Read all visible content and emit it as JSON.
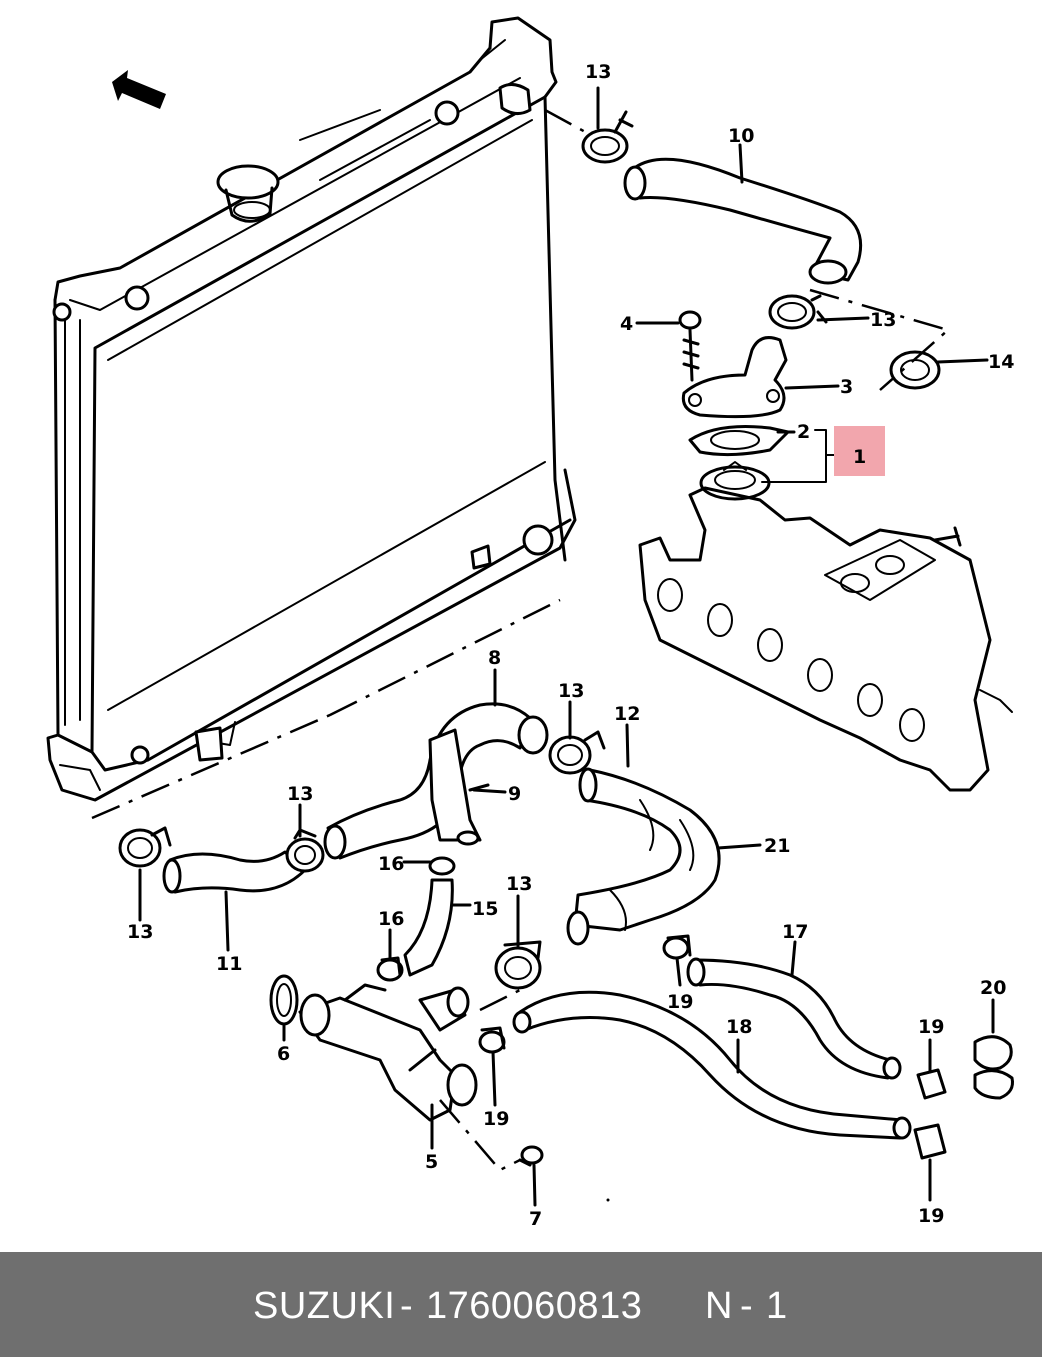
{
  "diagram": {
    "callouts": [
      {
        "id": "c1",
        "text": "1"
      },
      {
        "id": "c2",
        "text": "2"
      },
      {
        "id": "c3",
        "text": "3"
      },
      {
        "id": "c4",
        "text": "4"
      },
      {
        "id": "c5",
        "text": "5"
      },
      {
        "id": "c6",
        "text": "6"
      },
      {
        "id": "c7",
        "text": "7"
      },
      {
        "id": "c8",
        "text": "8"
      },
      {
        "id": "c9",
        "text": "9"
      },
      {
        "id": "c10",
        "text": "10"
      },
      {
        "id": "c11",
        "text": "11"
      },
      {
        "id": "c12",
        "text": "12"
      },
      {
        "id": "c13a",
        "text": "13"
      },
      {
        "id": "c13b",
        "text": "13"
      },
      {
        "id": "c13c",
        "text": "13"
      },
      {
        "id": "c13d",
        "text": "13"
      },
      {
        "id": "c13e",
        "text": "13"
      },
      {
        "id": "c13f",
        "text": "13"
      },
      {
        "id": "c14",
        "text": "14"
      },
      {
        "id": "c15",
        "text": "15"
      },
      {
        "id": "c16a",
        "text": "16"
      },
      {
        "id": "c16b",
        "text": "16"
      },
      {
        "id": "c17",
        "text": "17"
      },
      {
        "id": "c18",
        "text": "18"
      },
      {
        "id": "c19a",
        "text": "19"
      },
      {
        "id": "c19b",
        "text": "19"
      },
      {
        "id": "c19c",
        "text": "19"
      },
      {
        "id": "c19d",
        "text": "19"
      },
      {
        "id": "c20",
        "text": "20"
      },
      {
        "id": "c21",
        "text": "21"
      }
    ],
    "highlight_color": "#f2a6ad",
    "line_color": "#000000"
  },
  "footer": {
    "brand": "SUZUKI",
    "separator": "-",
    "part_number": "1760060813",
    "position_label": "N",
    "position_separator": "-",
    "position_value": "1",
    "background": "#6f6f6f",
    "text_color": "#ffffff"
  }
}
